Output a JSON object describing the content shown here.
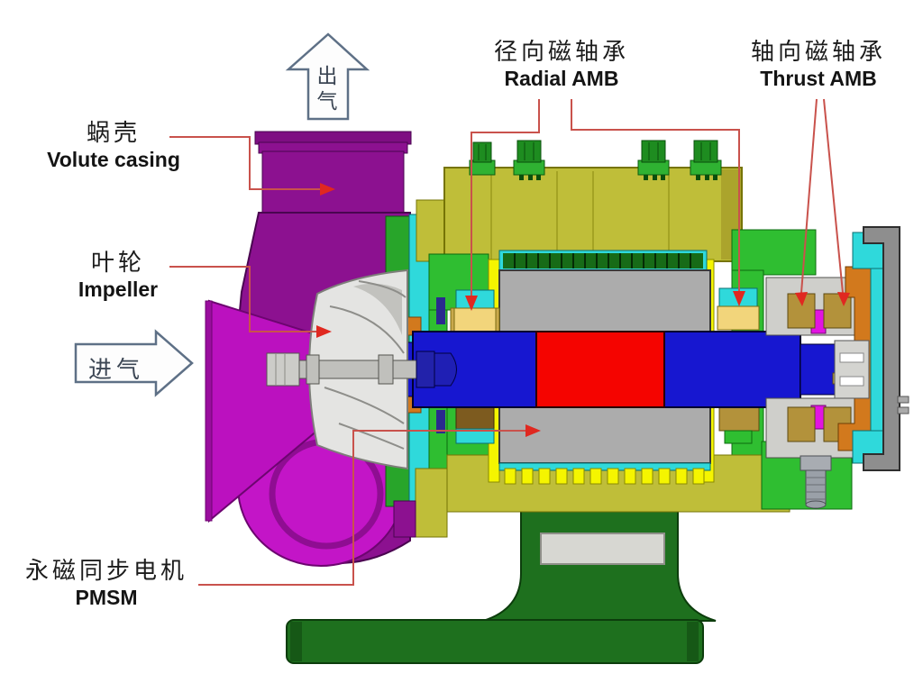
{
  "labels": {
    "outlet": {
      "zh": "出气"
    },
    "inlet": {
      "zh": "进气"
    },
    "volute": {
      "zh": "蜗壳",
      "en": "Volute casing"
    },
    "impeller": {
      "zh": "叶轮",
      "en": "Impeller"
    },
    "pmsm": {
      "zh": "永磁同步电机",
      "en": "PMSM"
    },
    "radial_amb": {
      "zh": "径向磁轴承",
      "en": "Radial AMB"
    },
    "thrust_amb": {
      "zh": "轴向磁轴承",
      "en": "Thrust AMB"
    }
  },
  "colors": {
    "background": "#FFFFFF",
    "volute_purple": "#8C1190",
    "scroll_magenta": "#C315C7",
    "inlet_magenta": "#BB11BF",
    "casing_olive": "#BFBE39",
    "bright_yellow": "#F5F500",
    "housing_green": "#2FBE31",
    "lamination_green": "#176B17",
    "base_green": "#1E701E",
    "shaft_blue": "#1717D0",
    "magnet_red": "#F50400",
    "stator_gray": "#ACACAC",
    "coil_tan_light": "#F2D57B",
    "coil_tan_dark": "#B3923B",
    "coil_brown": "#7D5B1F",
    "sensor_cyan": "#2FD9DB",
    "thrust_orange": "#D2791D",
    "disc_magenta": "#E214E2",
    "leader_red": "#C9524C",
    "arrowhead_red": "#E02820"
  }
}
